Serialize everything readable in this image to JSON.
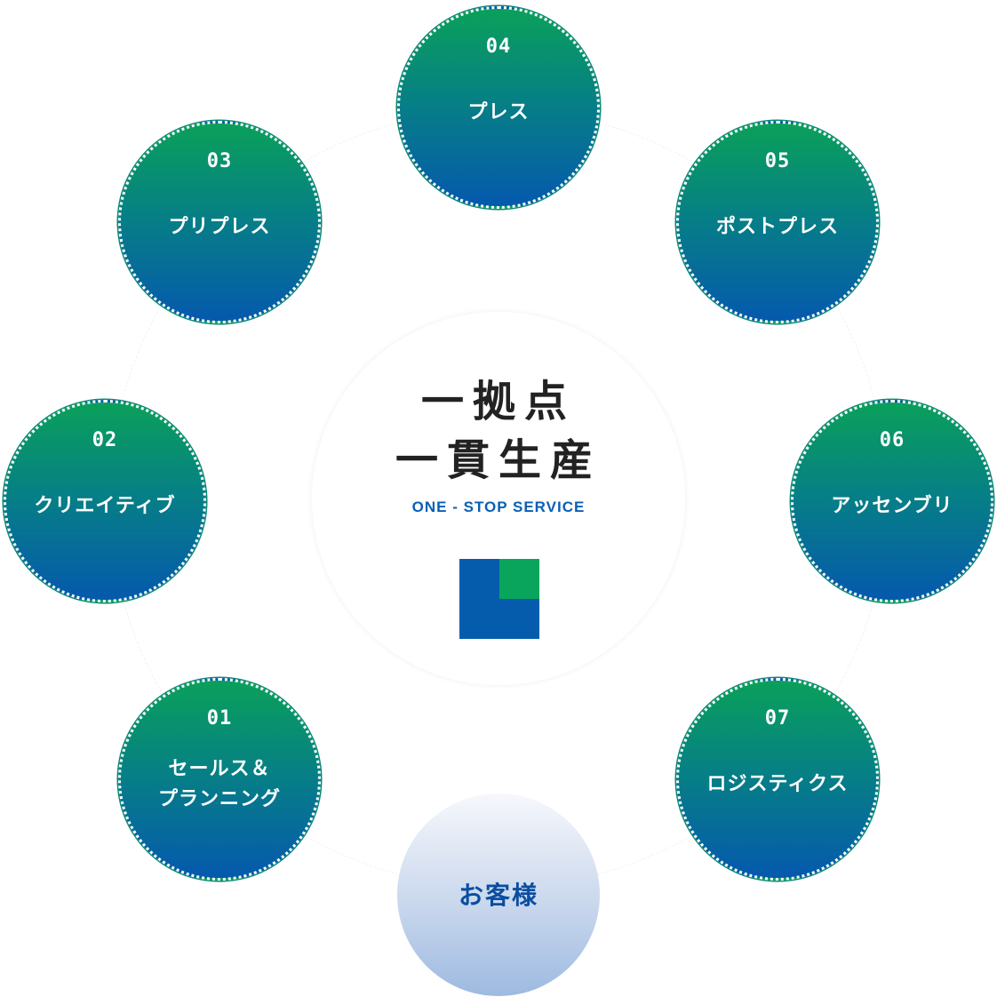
{
  "center": {
    "title_line1": "一拠点",
    "title_line2": "一貫生産",
    "subtitle": "ONE - STOP SERVICE",
    "logo_colors": {
      "base": "#055cad",
      "corner": "#0aa55c"
    }
  },
  "steps": [
    {
      "number": "01",
      "label": "セールス＆\nプランニング"
    },
    {
      "number": "02",
      "label": "クリエイティブ"
    },
    {
      "number": "03",
      "label": "プリプレス"
    },
    {
      "number": "04",
      "label": "プレス"
    },
    {
      "number": "05",
      "label": "ポストプレス"
    },
    {
      "number": "06",
      "label": "アッセンブリ"
    },
    {
      "number": "07",
      "label": "ロジスティクス"
    }
  ],
  "customer": {
    "label": "お客様"
  },
  "colors": {
    "step_top": "#0aa05a",
    "step_bottom": "#0559ad",
    "customer_text": "#0a4ea1",
    "subtitle_text": "#0a5fb4"
  }
}
